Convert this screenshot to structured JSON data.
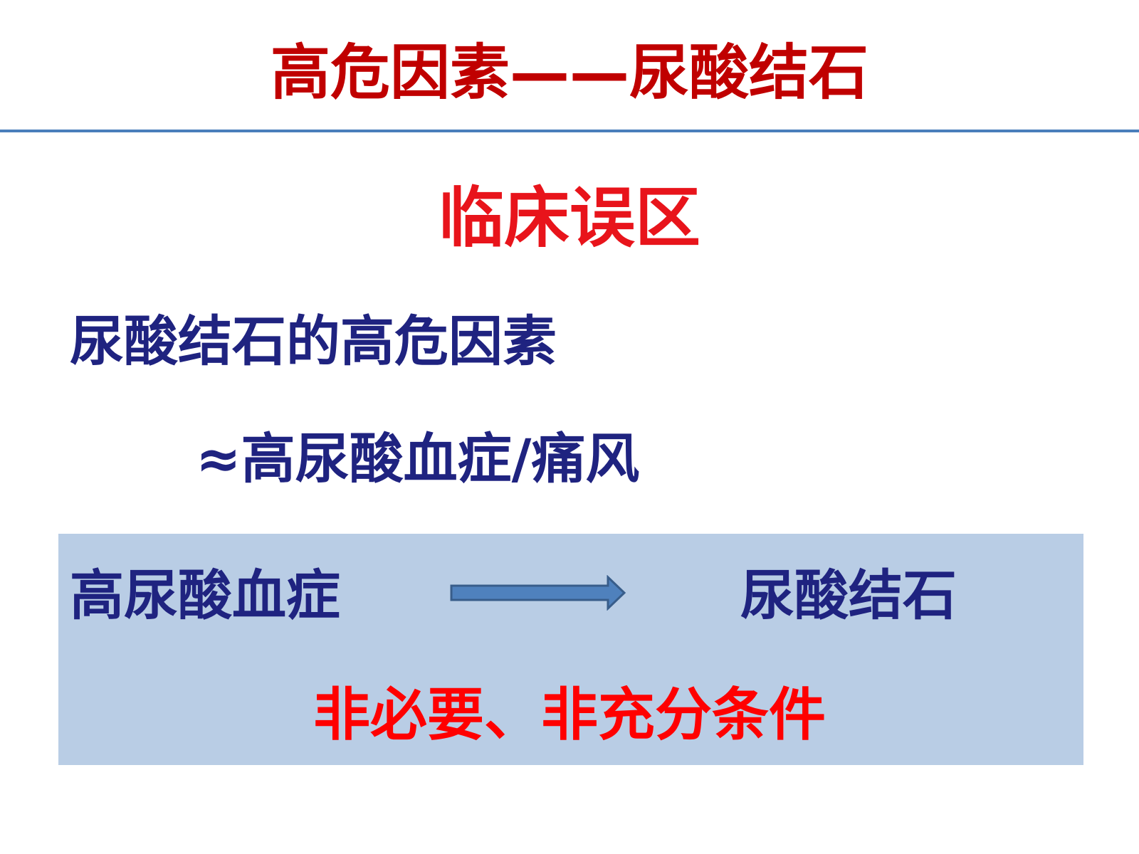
{
  "slide": {
    "title": "高危因素——尿酸结石",
    "section_heading": "临床误区",
    "statement": "尿酸结石的高危因素",
    "equivalence": "≈高尿酸血症/痛风",
    "relation": {
      "cause": "高尿酸血症",
      "effect": "尿酸结石",
      "conclusion": "非必要、非充分条件"
    }
  },
  "colors": {
    "title": "#c00000",
    "heading": "#e8141b",
    "body_text": "#1f2380",
    "rule": "#4a7ebb",
    "box_fill": "#b9cde5",
    "arrow_fill": "#4f81bd",
    "arrow_stroke": "#385d8a",
    "conclusion": "#ff0000"
  },
  "icons": {
    "arrow": "right-arrow-icon"
  }
}
